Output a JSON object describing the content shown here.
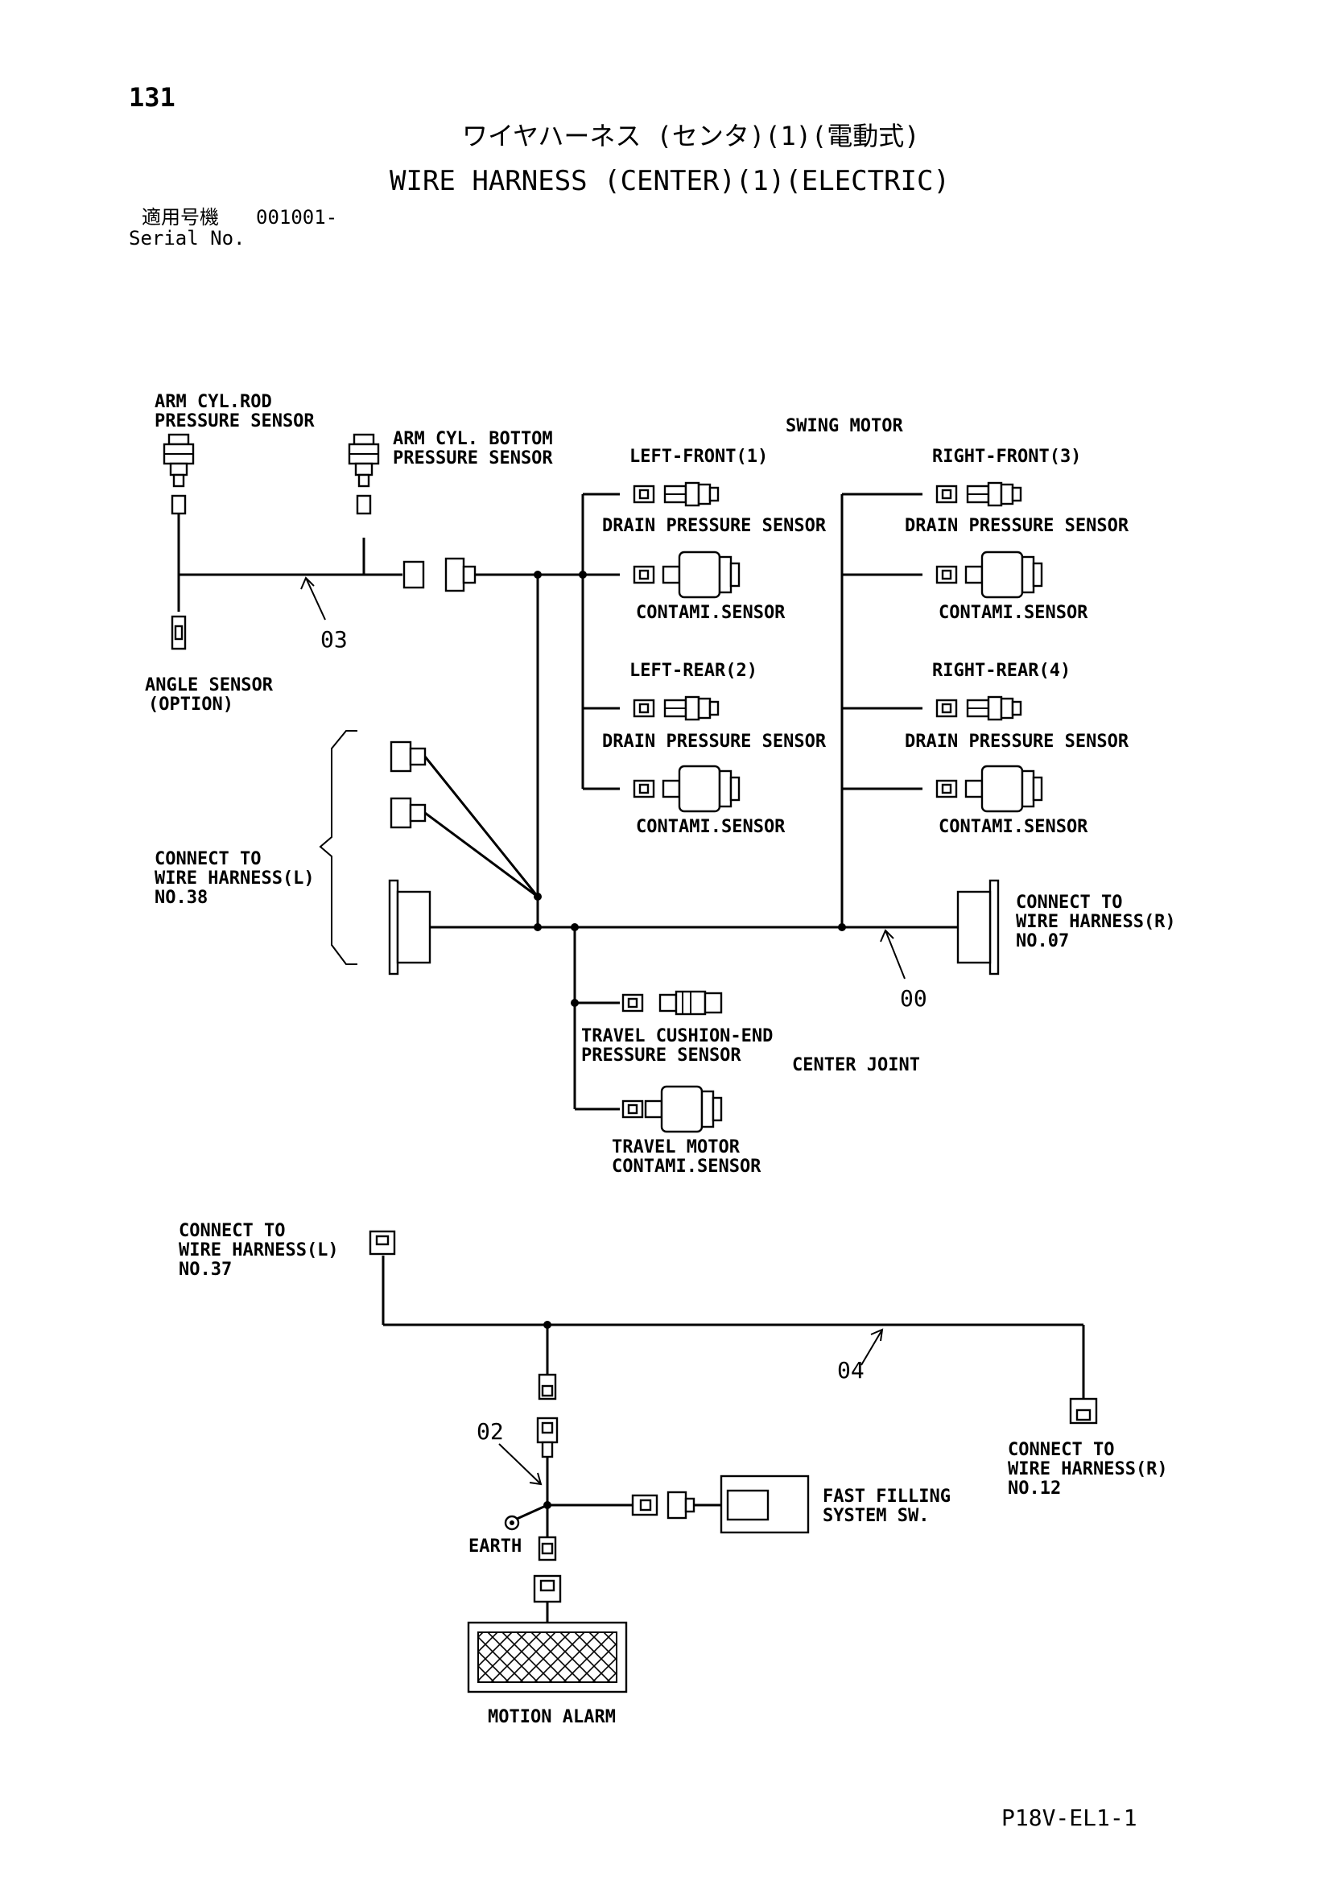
{
  "page_number": "131",
  "title_jp": "ワイヤハーネス (センタ)(1)(電動式)",
  "title_en": "WIRE HARNESS (CENTER)(1)(ELECTRIC)",
  "serial": {
    "label_jp": "適用号機",
    "value": "001001-",
    "label_en": "Serial No."
  },
  "labels": {
    "arm_rod_1": "ARM CYL.ROD",
    "arm_rod_2": "PRESSURE SENSOR",
    "arm_bottom_1": "ARM CYL. BOTTOM",
    "arm_bottom_2": "PRESSURE SENSOR",
    "angle_1": "ANGLE SENSOR",
    "angle_2": "(OPTION)",
    "swing_motor": "SWING MOTOR",
    "left_front": "LEFT-FRONT(1)",
    "right_front": "RIGHT-FRONT(3)",
    "left_rear": "LEFT-REAR(2)",
    "right_rear": "RIGHT-REAR(4)",
    "drain": "DRAIN PRESSURE SENSOR",
    "contami": "CONTAMI.SENSOR",
    "connL38_1": "CONNECT TO",
    "connL38_2": "WIRE HARNESS(L)",
    "connL38_3": "NO.38",
    "connR07_1": "CONNECT TO",
    "connR07_2": "WIRE HARNESS(R)",
    "connR07_3": "NO.07",
    "travel_cushion_1": "TRAVEL CUSHION-END",
    "travel_cushion_2": "PRESSURE SENSOR",
    "center_joint": "CENTER JOINT",
    "travel_motor_1": "TRAVEL MOTOR",
    "travel_motor_2": "CONTAMI.SENSOR",
    "connL37_1": "CONNECT TO",
    "connL37_2": "WIRE HARNESS(L)",
    "connL37_3": "NO.37",
    "connR12_1": "CONNECT TO",
    "connR12_2": "WIRE HARNESS(R)",
    "connR12_3": "NO.12",
    "fast_1": "FAST FILLING",
    "fast_2": "SYSTEM SW.",
    "earth": "EARTH",
    "motion_alarm": "MOTION ALARM"
  },
  "part_numbers": {
    "p03": "03",
    "p00": "00",
    "p04": "04",
    "p02": "02"
  },
  "drawing_code": "P18V-EL1-1"
}
